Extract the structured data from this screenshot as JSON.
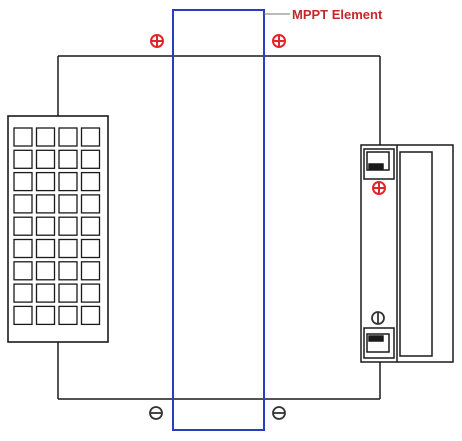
{
  "callout": {
    "label": "MPPT Element"
  },
  "terminals": {
    "positive": "positive-terminal",
    "negative": "negative-terminal"
  },
  "solar_panel": {
    "rows": 9,
    "columns": 4
  },
  "colors": {
    "wire": "#1a1a1a",
    "mppt_outline": "#2a3bc4",
    "positive": "#e0262b",
    "negative": "#333333",
    "callout_text": "#c0282e",
    "callout_line": "#777777"
  }
}
